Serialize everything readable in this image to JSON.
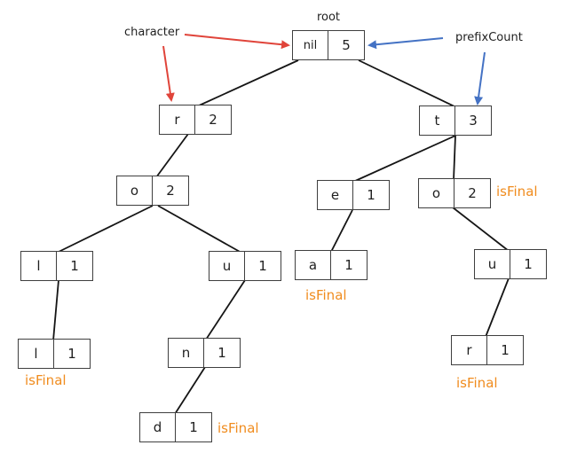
{
  "labels": {
    "root": "root",
    "character": "character",
    "prefix_count": "prefixCount",
    "is_final": "isFinal"
  },
  "colors": {
    "arrow_red": "#e0443a",
    "arrow_blue": "#4472c4",
    "is_final_orange": "#f08c1e",
    "edge_black": "#151515",
    "box_border": "#3f3f3f"
  },
  "nodes": [
    {
      "id": "root",
      "char": "nil",
      "count": "5",
      "is_final": false
    },
    {
      "id": "r",
      "char": "r",
      "count": "2",
      "is_final": false
    },
    {
      "id": "t",
      "char": "t",
      "count": "3",
      "is_final": false
    },
    {
      "id": "o-left",
      "char": "o",
      "count": "2",
      "is_final": false
    },
    {
      "id": "e",
      "char": "e",
      "count": "1",
      "is_final": false
    },
    {
      "id": "o-right",
      "char": "o",
      "count": "2",
      "is_final": true
    },
    {
      "id": "l-upper",
      "char": "l",
      "count": "1",
      "is_final": false
    },
    {
      "id": "u-left",
      "char": "u",
      "count": "1",
      "is_final": false
    },
    {
      "id": "a",
      "char": "a",
      "count": "1",
      "is_final": true
    },
    {
      "id": "u-right",
      "char": "u",
      "count": "1",
      "is_final": false
    },
    {
      "id": "l-lower",
      "char": "l",
      "count": "1",
      "is_final": true
    },
    {
      "id": "n",
      "char": "n",
      "count": "1",
      "is_final": false
    },
    {
      "id": "r-leaf",
      "char": "r",
      "count": "1",
      "is_final": true
    },
    {
      "id": "d",
      "char": "d",
      "count": "1",
      "is_final": true
    }
  ]
}
